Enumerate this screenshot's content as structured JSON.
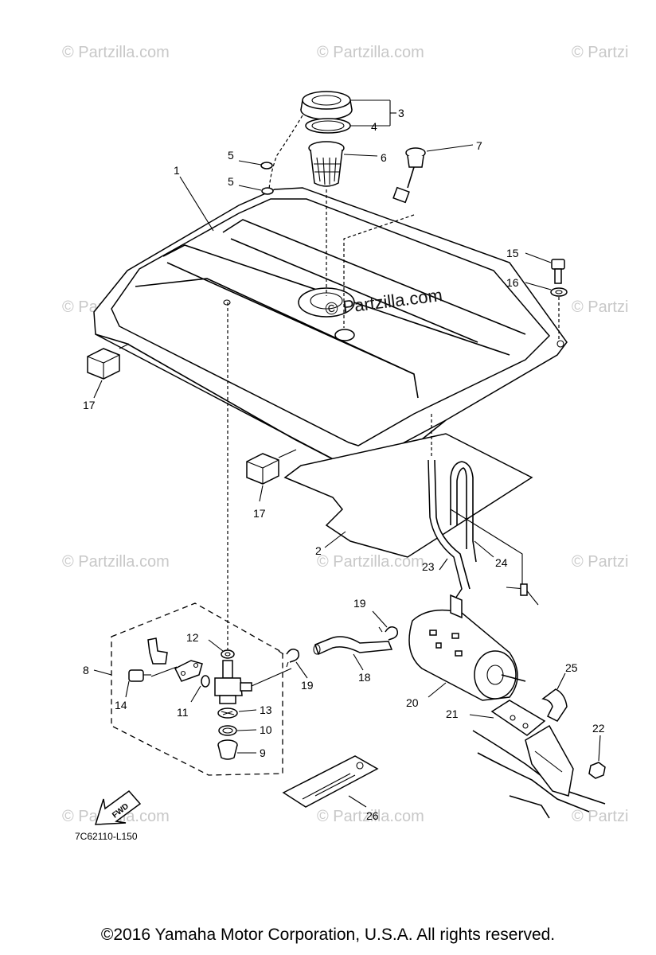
{
  "callouts": {
    "c1": "1",
    "c2": "2",
    "c3": "3",
    "c4": "4",
    "c5a": "5",
    "c5b": "5",
    "c6": "6",
    "c7": "7",
    "c8": "8",
    "c9": "9",
    "c10": "10",
    "c11": "11",
    "c12": "12",
    "c13": "13",
    "c14": "14",
    "c15": "15",
    "c16": "16",
    "c17a": "17",
    "c17b": "17",
    "c18": "18",
    "c19a": "19",
    "c19b": "19",
    "c20": "20",
    "c21": "21",
    "c22": "22",
    "c23": "23",
    "c24": "24",
    "c25": "25",
    "c26": "26"
  },
  "watermark": {
    "text": "© Partzilla.com",
    "text_clipped": "© Partzi",
    "center_text": "© Partzilla.com"
  },
  "fwd_label": "FWD",
  "diagram_code": "7C62110-L150",
  "copyright": "©2016  Yamaha Motor Corporation, U.S.A. All rights reserved."
}
